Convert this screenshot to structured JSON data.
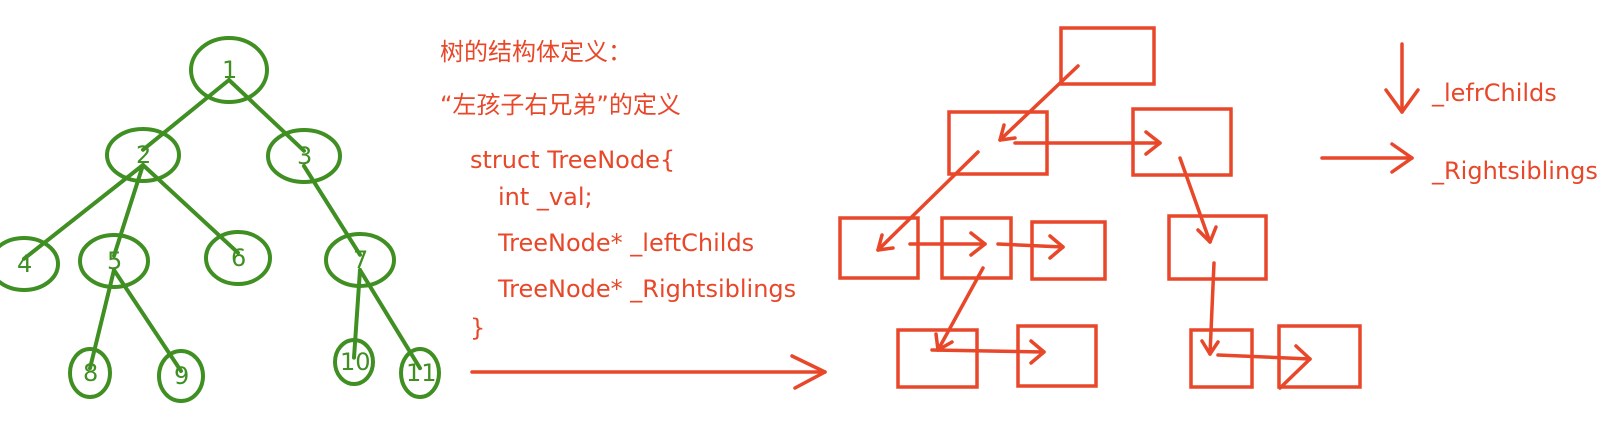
{
  "colors": {
    "tree": "#3f8f22",
    "annotation": "#e8472a"
  },
  "tree": {
    "nodes": [
      {
        "id": "1",
        "label": "1"
      },
      {
        "id": "2",
        "label": "2"
      },
      {
        "id": "3",
        "label": "3"
      },
      {
        "id": "4",
        "label": "4"
      },
      {
        "id": "5",
        "label": "5"
      },
      {
        "id": "6",
        "label": "6"
      },
      {
        "id": "7",
        "label": "7"
      },
      {
        "id": "8",
        "label": "8"
      },
      {
        "id": "9",
        "label": "9"
      },
      {
        "id": "10",
        "label": "10"
      },
      {
        "id": "11",
        "label": "11"
      }
    ],
    "edges": [
      [
        "1",
        "2"
      ],
      [
        "1",
        "3"
      ],
      [
        "2",
        "4"
      ],
      [
        "2",
        "5"
      ],
      [
        "2",
        "6"
      ],
      [
        "3",
        "7"
      ],
      [
        "5",
        "8"
      ],
      [
        "5",
        "9"
      ],
      [
        "7",
        "10"
      ],
      [
        "7",
        "11"
      ]
    ]
  },
  "code": {
    "heading1": "树的结构体定义：",
    "heading2": "“左孩子右兄弟”的定义",
    "lines": [
      "struct TreeNode{",
      "int _val;",
      "TreeNode* _leftChilds",
      "TreeNode* _Rightsiblings",
      "}"
    ]
  },
  "legend": {
    "child_label": "_lefrChilds",
    "sibling_label": "_Rightsiblings"
  }
}
